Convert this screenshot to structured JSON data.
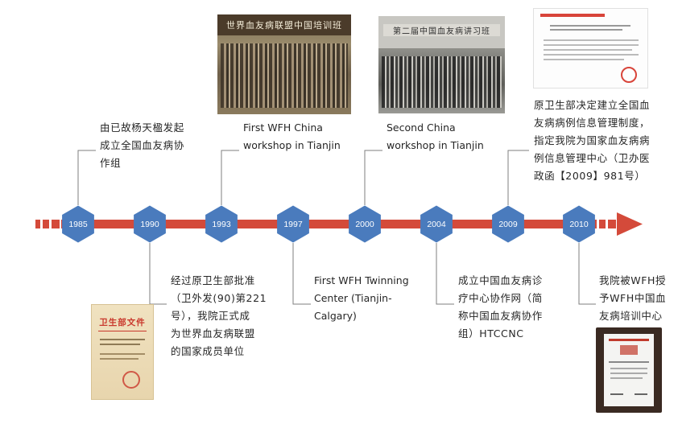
{
  "colors": {
    "arrow": "#d44a3a",
    "hexagon": "#4a7bbd",
    "leader": "#7f7f7f"
  },
  "timeline": {
    "years": [
      {
        "label": "1985"
      },
      {
        "label": "1990"
      },
      {
        "label": "1993"
      },
      {
        "label": "1997"
      },
      {
        "label": "2000"
      },
      {
        "label": "2004"
      },
      {
        "label": "2009"
      },
      {
        "label": "2010"
      }
    ]
  },
  "events": {
    "y1985": "由已故杨天楹发起\n成立全国血友病协\n作组",
    "y1990": "经过原卫生部批准\n（卫外发(90)第221\n号），我院正式成\n为世界血友病联盟\n的国家成员单位",
    "y1993": "First WFH China\nworkshop in Tianjin",
    "y1997": "First WFH Twinning\nCenter (Tianjin-\nCalgary)",
    "y2000": "Second China\nworkshop in Tianjin",
    "y2004": "成立中国血友病诊\n疗中心协作网（简\n称中国血友病协作\n组）HTCCNC",
    "y2009": "原卫生部决定建立全国血\n友病病例信息管理制度，\n指定我院为国家血友病病\n例信息管理中心（卫办医\n政函【2009】981号）",
    "y2010": "我院被WFH授\n予WFH中国血\n友病培训中心"
  },
  "images": {
    "photo1_caption": "世界血友病联盟中国培训班",
    "photo2_caption": "第二届中国血友病讲习班",
    "doc_title": "卫生部文件"
  }
}
